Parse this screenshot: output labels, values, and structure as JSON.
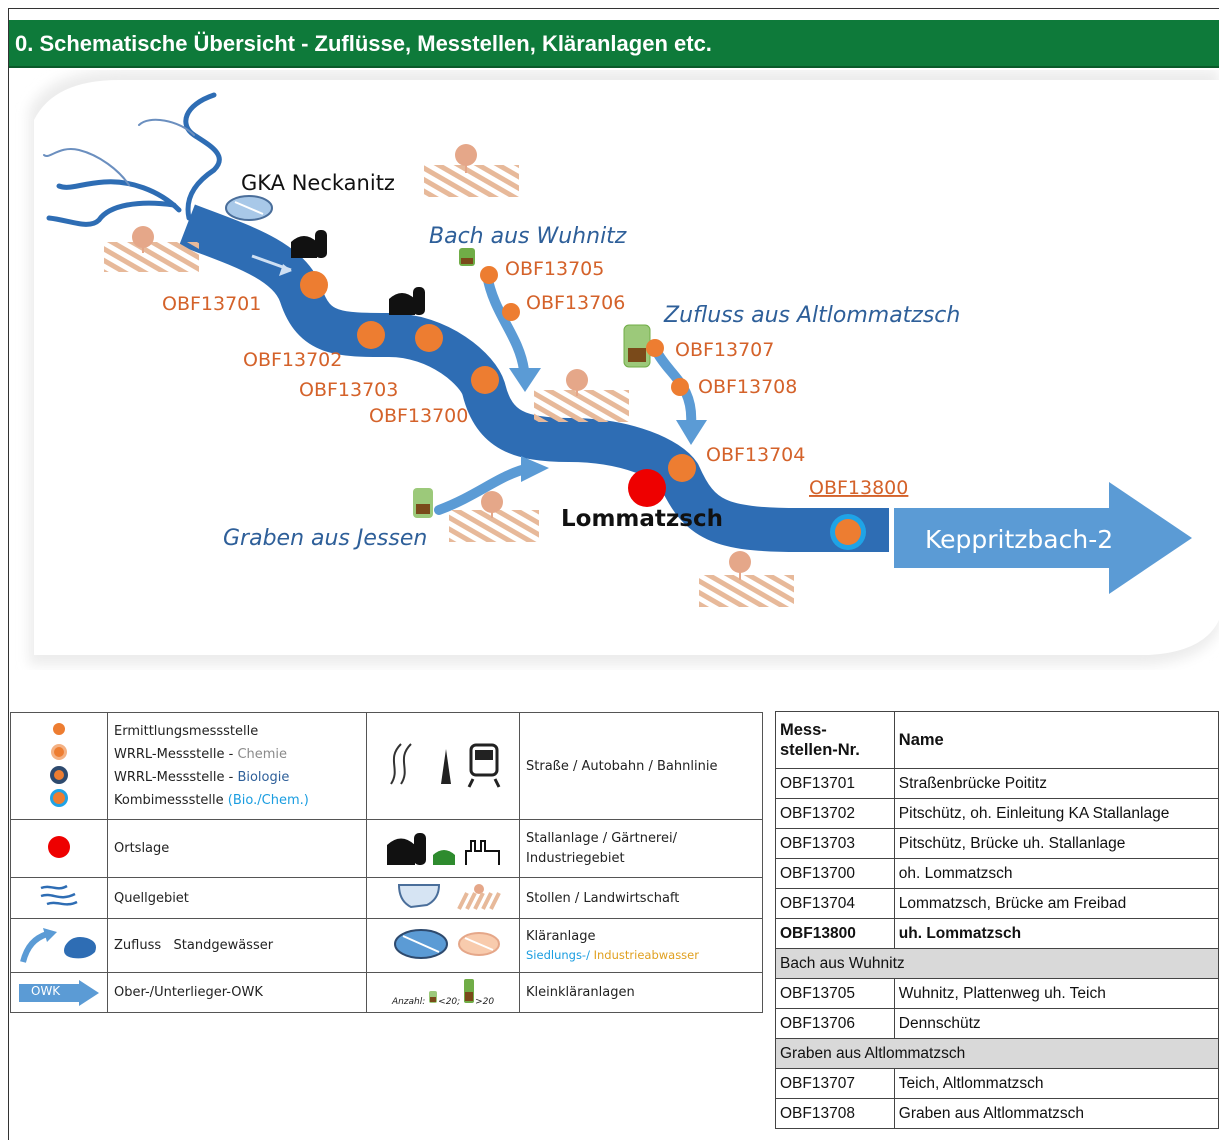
{
  "header": {
    "title": "0. Schematische Übersicht - Zuflüsse, Messtellen, Kläranlagen etc."
  },
  "map": {
    "labels": {
      "gka": "GKA Neckanitz",
      "bach_wuhnitz": "Bach aus Wuhnitz",
      "zufluss_altlommatzsch": "Zufluss aus Altlommatzsch",
      "graben_jessen": "Graben aus Jessen",
      "lommatzsch": "Lommatzsch",
      "owk": "Keppritzbach-2"
    },
    "stations": [
      "OBF13701",
      "OBF13702",
      "OBF13703",
      "OBF13700",
      "OBF13705",
      "OBF13706",
      "OBF13707",
      "OBF13708",
      "OBF13704",
      "OBF13800"
    ],
    "colors": {
      "river": "#2e6db4",
      "tributary": "#5b9bd5",
      "station": "#ed7d31",
      "kombi_ring": "#1fa3e6",
      "town": "#ee0000",
      "text_orange": "#d4622a",
      "text_blue": "#2e5f99"
    }
  },
  "legend": {
    "rows": [
      {
        "c1": [
          "Ermittlungsmessstelle",
          "WRRL-Messstelle - ",
          "Chemie",
          "WRRL-Messstelle - ",
          "Biologie",
          "Kombimessstelle ",
          "(Bio./Chem.)"
        ],
        "c3": "Straße / Autobahn / Bahnlinie"
      },
      {
        "c1": "Ortslage",
        "c3": "Stallanlage / Gärtnerei/ Industriegebiet"
      },
      {
        "c1": "Quellgebiet",
        "c3": "Stollen / Landwirtschaft"
      },
      {
        "c1": "Zufluss   Standgewässer",
        "c3": "Kläranlage",
        "c3_sub1": "Siedlungs-/ ",
        "c3_sub2": "Industrieabwasser"
      },
      {
        "c1": "Ober-/Unterlieger-OWK",
        "owk_icon": "OWK",
        "c2": "Anzahl:",
        "c2_a": "<20;",
        "c2_b": ">20",
        "c3": "Kleinkläranlagen"
      }
    ]
  },
  "stations_table": {
    "headers": [
      "Mess-\nstellen-Nr.",
      "Name"
    ],
    "rows": [
      {
        "nr": "OBF13701",
        "name": "Straßenbrücke Poititz"
      },
      {
        "nr": "OBF13702",
        "name": "Pitschütz, oh. Einleitung KA Stallanlage"
      },
      {
        "nr": "OBF13703",
        "name": "Pitschütz, Brücke uh. Stallanlage"
      },
      {
        "nr": "OBF13700",
        "name": "oh. Lommatzsch"
      },
      {
        "nr": "OBF13704",
        "name": "Lommatzsch, Brücke am Freibad"
      },
      {
        "nr": "OBF13800",
        "name": "uh. Lommatzsch"
      }
    ],
    "group1": "Bach aus Wuhnitz",
    "rows2": [
      {
        "nr": "OBF13705",
        "name": "Wuhnitz, Plattenweg uh. Teich"
      },
      {
        "nr": "OBF13706",
        "name": "Dennschütz"
      }
    ],
    "group2": "Graben aus Altlommatzsch",
    "rows3": [
      {
        "nr": "OBF13707",
        "name": "Teich, Altlommatzsch"
      },
      {
        "nr": "OBF13708",
        "name": "Graben aus Altlommatzsch"
      }
    ]
  }
}
